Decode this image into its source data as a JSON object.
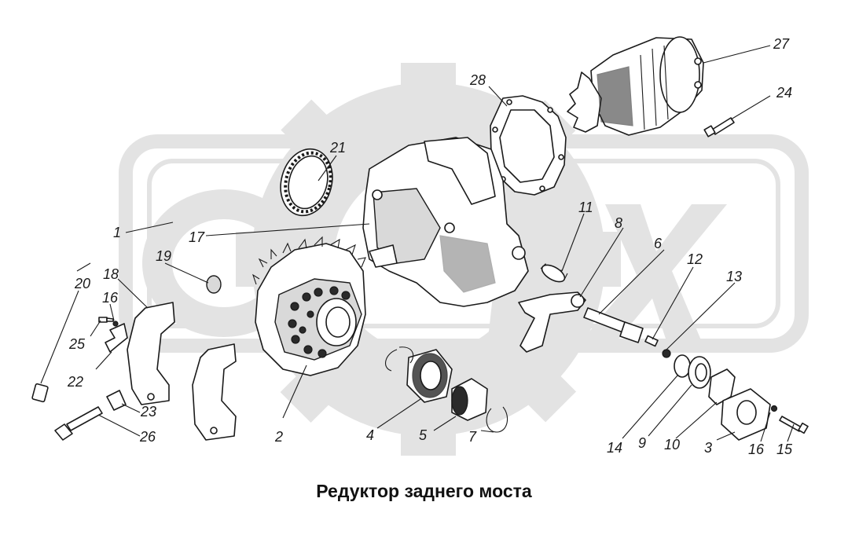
{
  "caption": "Редуктор заднего моста",
  "watermark": {
    "text": "OPEX",
    "color": "#e3e3e3"
  },
  "callouts": [
    "1",
    "2",
    "3",
    "4",
    "5",
    "6",
    "7",
    "8",
    "9",
    "10",
    "11",
    "12",
    "13",
    "14",
    "15",
    "16",
    "16",
    "17",
    "18",
    "19",
    "20",
    "21",
    "22",
    "23",
    "24",
    "25",
    "26",
    "27",
    "28"
  ],
  "colors": {
    "line": "#1a1a1a",
    "background": "#ffffff",
    "watermark": "#e3e3e3"
  }
}
